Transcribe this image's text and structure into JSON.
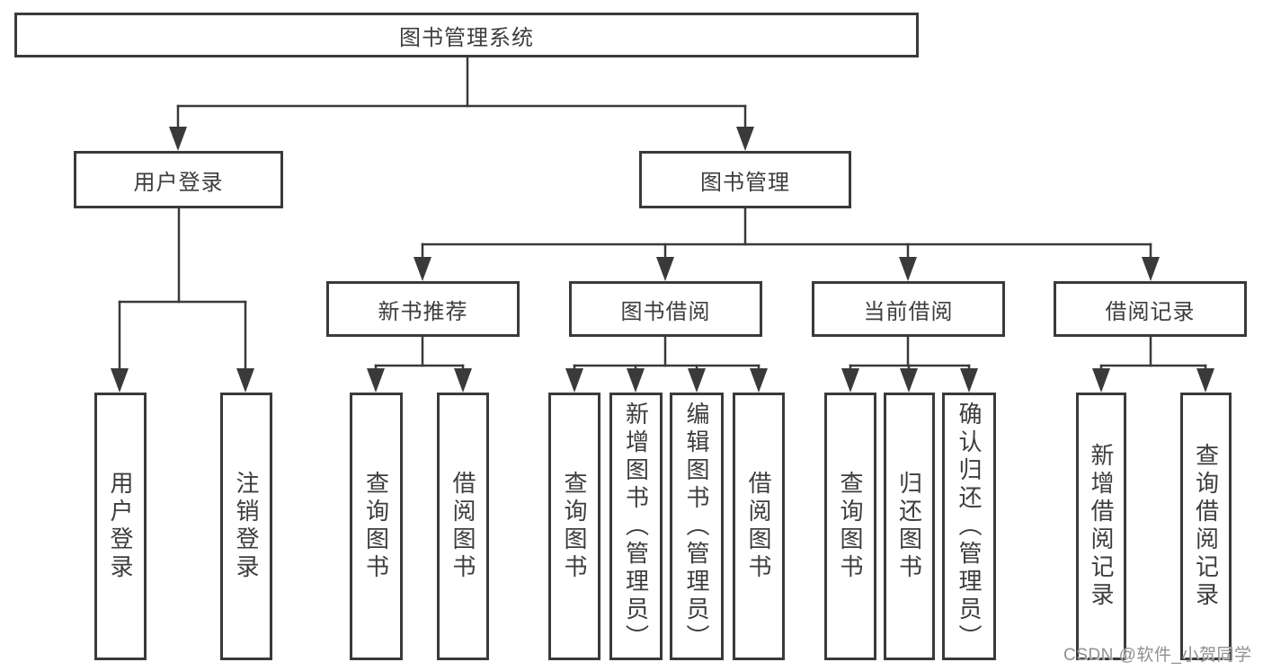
{
  "tree": {
    "label": "图书管理系统",
    "children": [
      {
        "label": "用户登录",
        "children": [
          {
            "label": "用户登录"
          },
          {
            "label": "注销登录"
          }
        ]
      },
      {
        "label": "图书管理",
        "children": [
          {
            "label": "新书推荐",
            "children": [
              {
                "label": "查询图书"
              },
              {
                "label": "借阅图书"
              }
            ]
          },
          {
            "label": "图书借阅",
            "children": [
              {
                "label": "查询图书"
              },
              {
                "label": "新增图书（管理员）"
              },
              {
                "label": "编辑图书（管理员）"
              },
              {
                "label": "借阅图书"
              }
            ]
          },
          {
            "label": "当前借阅",
            "children": [
              {
                "label": "查询图书"
              },
              {
                "label": "归还图书"
              },
              {
                "label": "确认归还（管理员）"
              }
            ]
          },
          {
            "label": "借阅记录",
            "children": [
              {
                "label": "新增借阅记录"
              },
              {
                "label": "查询借阅记录"
              }
            ]
          }
        ]
      }
    ]
  },
  "watermark": {
    "text": "CSDN @软件_小贺同学"
  },
  "colors": {
    "line": "#3a3a3a",
    "text": "#3d3d3d",
    "background": "#ffffff",
    "watermark": "#909090"
  }
}
